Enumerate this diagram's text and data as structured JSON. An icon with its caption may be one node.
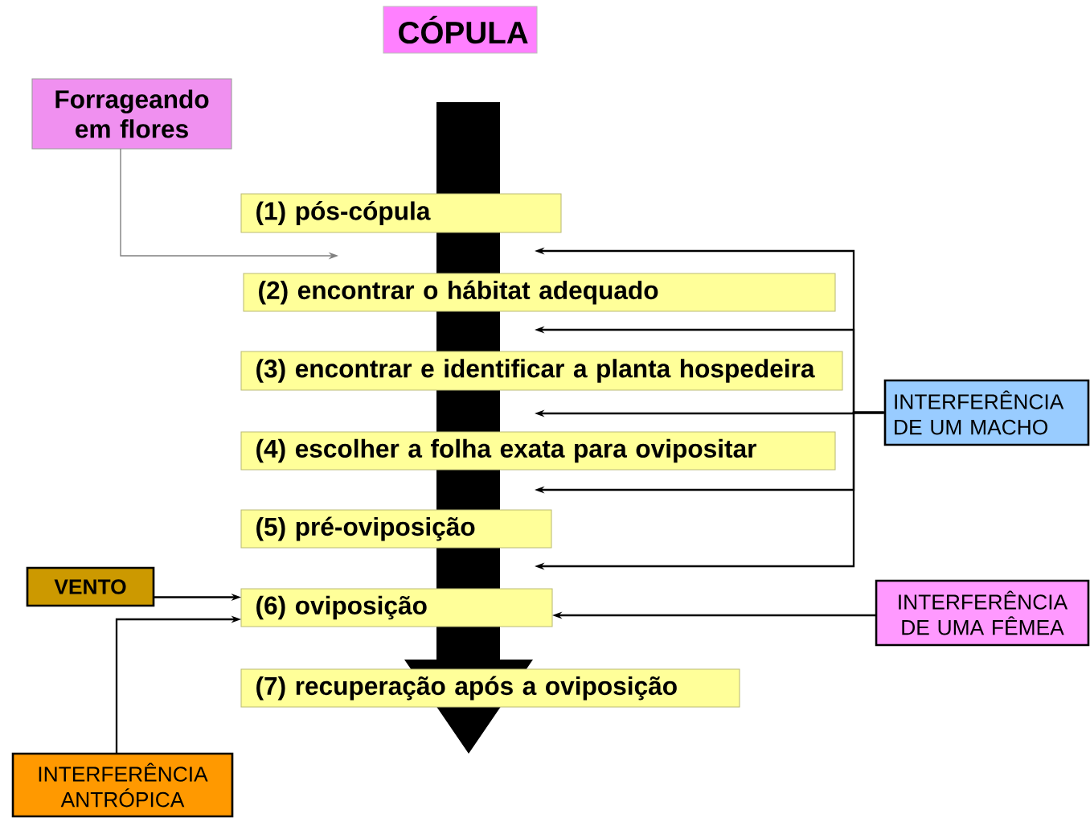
{
  "diagram": {
    "nodes": [
      {
        "text": [
          "CÓPULA"
        ]
      },
      {
        "text": [
          "Forrageando em flores"
        ]
      },
      {
        "text": [
          "(1) pós-cópula"
        ]
      },
      {
        "text": [
          "(2) encontrar o hábitat adequado"
        ]
      },
      {
        "text": [
          "(3) encontrar e identificar a planta hospedeira"
        ]
      },
      {
        "text": [
          "(4) escolher a folha exata para ovipositar"
        ]
      },
      {
        "text": [
          "(5) pré-oviposição"
        ]
      },
      {
        "text": [
          "(6) oviposição"
        ]
      },
      {
        "text": [
          "(7) recuperação após a oviposição"
        ]
      },
      {
        "text": [
          "INTERFERÊNCIA DE UM MACHO"
        ]
      },
      {
        "text": [
          "VENTO"
        ]
      },
      {
        "text": [
          "INTERFERÊNCIA DE UMA FÊMEA"
        ]
      },
      {
        "text": [
          "INTERFERÊNCIA ANTRÓPICA"
        ]
      }
    ],
    "edges": [
      {
        "from": 1,
        "to": null,
        "arrow": "to",
        "color": "#808080"
      },
      {
        "from": 9,
        "to": null,
        "arrow": "to"
      },
      {
        "from": 9,
        "to": null,
        "arrow": "to"
      },
      {
        "from": 9,
        "to": null,
        "arrow": "to"
      },
      {
        "from": 9,
        "to": null,
        "arrow": "to"
      },
      {
        "from": 9,
        "to": null,
        "arrow": "to"
      },
      {
        "from": 10,
        "to": 7,
        "arrow": "to"
      },
      {
        "from": 12,
        "to": 7,
        "arrow": "to"
      },
      {
        "from": 11,
        "to": 7,
        "arrow": "to"
      }
    ]
  }
}
